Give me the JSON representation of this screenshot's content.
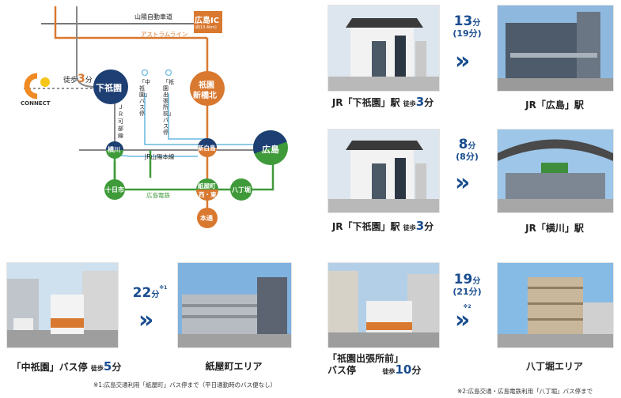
{
  "map": {
    "expressway": "山陽自動車道",
    "ic": "広島IC",
    "ic_sub": "(約13.4km)",
    "astram": "アストラムライン",
    "walk_label": "徒歩",
    "walk_min": "3",
    "walk_unit": "分",
    "stations": {
      "shimogion": "下祇園",
      "gion_shinbashi_1": "祇園",
      "gion_shinbashi_2": "新橋北",
      "yokogawa": "横川",
      "shinhakushima": "新白島",
      "hiroshima": "広島",
      "tokaichi": "十日市",
      "kamiyacho_1": "紙屋町",
      "kamiyacho_2": "西・東",
      "hatchobori": "八丁堀",
      "hondori": "本通"
    },
    "kabe_line": "ＪＲ可部線",
    "bus_stop_nakagion": "「中祇園」バス停",
    "bus_stop_gion_demise": "「祇園出張所前」バス停",
    "sanyo_line": "JR山陽本線",
    "dentetsu": "広島電鉄",
    "logo_text": "CONNECT"
  },
  "routes": [
    {
      "from": "JR「下祇園」駅",
      "walk_label": "徒歩",
      "walk_min": "3",
      "walk_unit": "分",
      "time": "13",
      "unit": "分",
      "sub": "(19分)",
      "to": "JR「広島」駅"
    },
    {
      "from": "JR「下祇園」駅",
      "walk_label": "徒歩",
      "walk_min": "3",
      "walk_unit": "分",
      "time": "8",
      "unit": "分",
      "sub": "(8分)",
      "to": "JR「横川」駅"
    },
    {
      "from": "「中祇園」バス停",
      "walk_label": "徒歩",
      "walk_min": "5",
      "walk_unit": "分",
      "time": "22",
      "unit": "分",
      "mark": "※1",
      "to": "紙屋町エリア"
    },
    {
      "from_1": "「祇園出張所前」",
      "from_2": "バス停",
      "walk_label": "徒歩",
      "walk_min": "10",
      "walk_unit": "分",
      "time": "19",
      "unit": "分",
      "sub": "(21分)",
      "mark": "※2",
      "to": "八丁堀エリア"
    }
  ],
  "notes": {
    "note1": "※1:広島交通利用「紙屋町」バス停まで（平日通勤時のバス便なし）",
    "note2": "※2:広島交通・広島電鉄利用「八丁堀」バス停まで"
  },
  "colors": {
    "navy": "#1d3f73",
    "orange": "#d9782f",
    "green": "#3f9a3a",
    "lightblue": "#7ec3e6",
    "accent": "#1a4d8f"
  }
}
